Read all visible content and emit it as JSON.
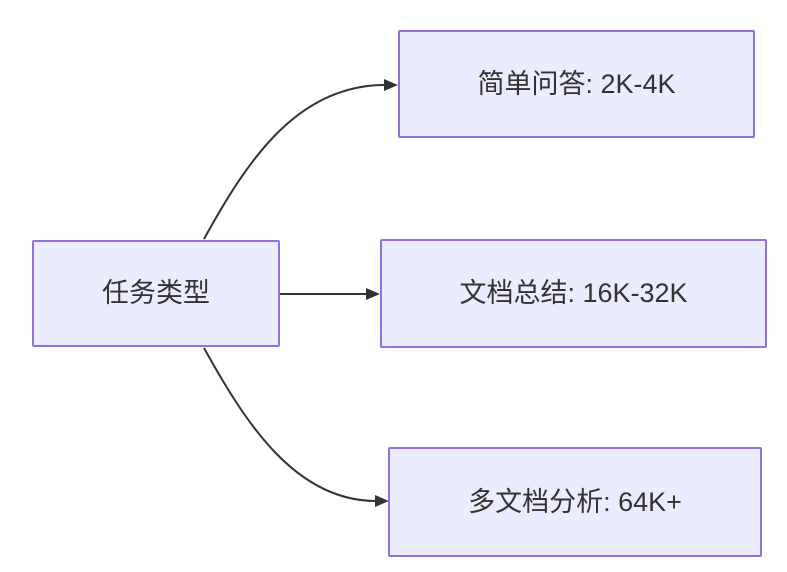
{
  "colors": {
    "background": "#ffffff",
    "node_fill": "#ECECFF",
    "node_border": "#9370DB",
    "edge": "#333333",
    "text": "#333333"
  },
  "diagram": {
    "root": {
      "label": "任务类型"
    },
    "children": [
      {
        "label": "简单问答: 2K-4K"
      },
      {
        "label": "文档总结: 16K-32K"
      },
      {
        "label": "多文档分析: 64K+"
      }
    ]
  }
}
